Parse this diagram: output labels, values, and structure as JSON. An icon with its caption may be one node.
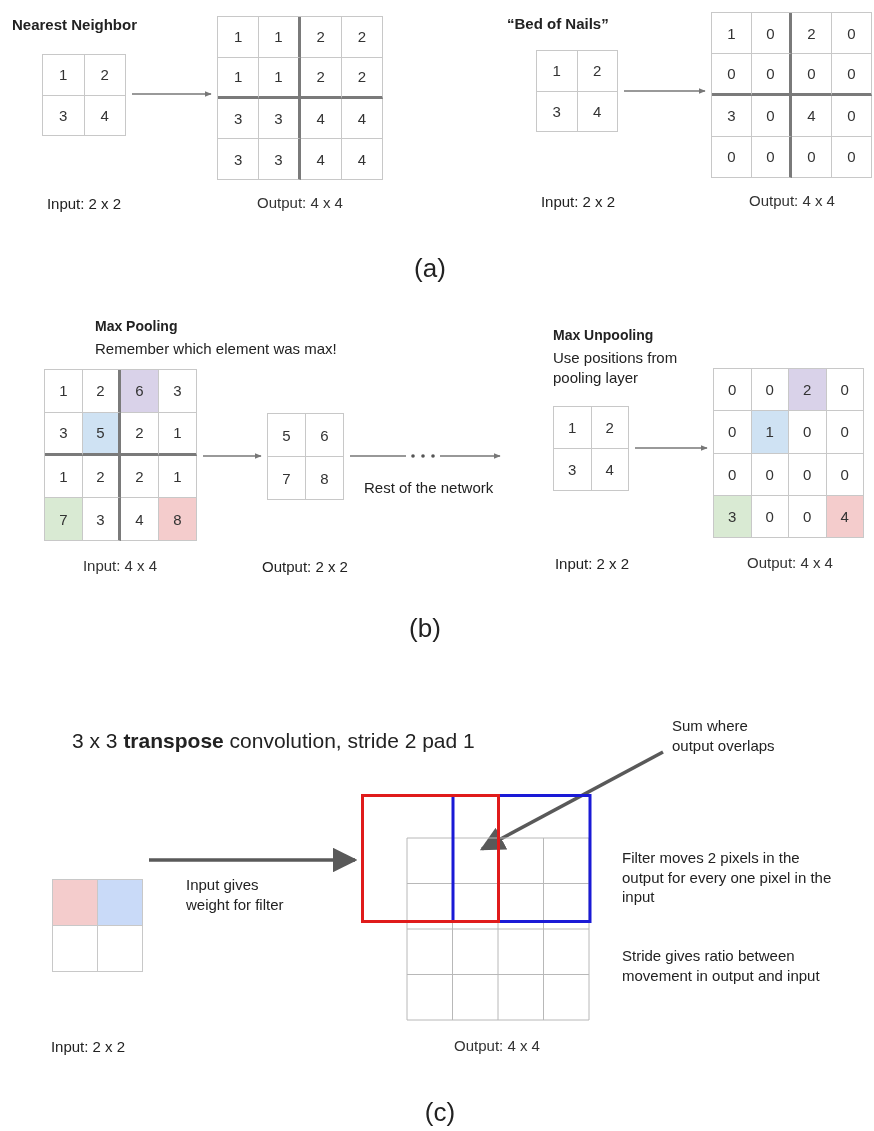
{
  "diagram": {
    "nodes": [
      {
        "text": [
          "1",
          "2",
          "3",
          "4"
        ]
      },
      {
        "text": [
          "1",
          "1",
          "2",
          "2",
          "1",
          "1",
          "2",
          "2",
          "3",
          "3",
          "4",
          "4",
          "3",
          "3",
          "4",
          "4"
        ],
        "beside": [
          "Output: 4 x 4"
        ]
      },
      {
        "text": [
          "1",
          "2",
          "3",
          "4"
        ]
      },
      {
        "text": [
          "1",
          "0",
          "2",
          "0",
          "0",
          "0",
          "0",
          "0",
          "3",
          "0",
          "4",
          "0",
          "0",
          "0",
          "0",
          "0"
        ],
        "beside": [
          "Output: 4 x 4"
        ]
      },
      {
        "text": [
          "1",
          "2",
          "6",
          "3",
          "3",
          "5",
          "2",
          "1",
          "1",
          "2",
          "2",
          "1",
          "7",
          "3",
          "4",
          "8"
        ],
        "beside": [
          "Input: 4 x 4"
        ]
      },
      {
        "text": [
          "5",
          "6",
          "7",
          "8"
        ]
      },
      {
        "text": [
          "1",
          "2",
          "3",
          "4"
        ]
      },
      {
        "text": [
          "0",
          "0",
          "2",
          "0",
          "0",
          "1",
          "0",
          "0",
          "0",
          "0",
          "0",
          "0",
          "3",
          "0",
          "0",
          "4"
        ],
        "beside": [
          "Output: 4 x 4"
        ]
      },
      {
        "text": [],
        "shape": "box"
      },
      {
        "text": [],
        "shape": "box",
        "beside": [
          "Output: 4 x 4"
        ]
      },
      {
        "text": [
          "Sum where output overlaps"
        ]
      }
    ],
    "edges": [
      {
        "from": 0,
        "to": 1,
        "arrow": "to"
      },
      {
        "from": 2,
        "to": 3,
        "arrow": "to"
      },
      {
        "from": 4,
        "to": 5,
        "arrow": "to"
      },
      {
        "from": 5,
        "to": null,
        "arrow": "to",
        "label": "Rest of the network"
      },
      {
        "from": 6,
        "to": 7,
        "arrow": "to"
      },
      {
        "from": 8,
        "to": 9,
        "arrow": "to",
        "label": "Input gives weight for filter",
        "style": "thick",
        "color": "#595959"
      },
      {
        "from": 10,
        "to": 9,
        "arrow": "to",
        "style": "thick",
        "color": "#595959"
      }
    ],
    "labels": [
      "Nearest Neighbor",
      "“Bed of Nails”",
      "Input: 2 x 2",
      "Input: 2 x 2",
      "(a)",
      "Max Pooling",
      "Remember which element was max!",
      "Max Unpooling",
      "Use positions from pooling layer",
      "Output: 2 x 2",
      "Input: 2 x 2",
      "(b)",
      "3 x 3 **transpose** convolution, stride 2 pad 1",
      "Filter moves 2 pixels in the output for every one pixel in the input",
      "Stride gives ratio between movement in output and input",
      "Input: 2 x 2",
      "(c)"
    ]
  }
}
